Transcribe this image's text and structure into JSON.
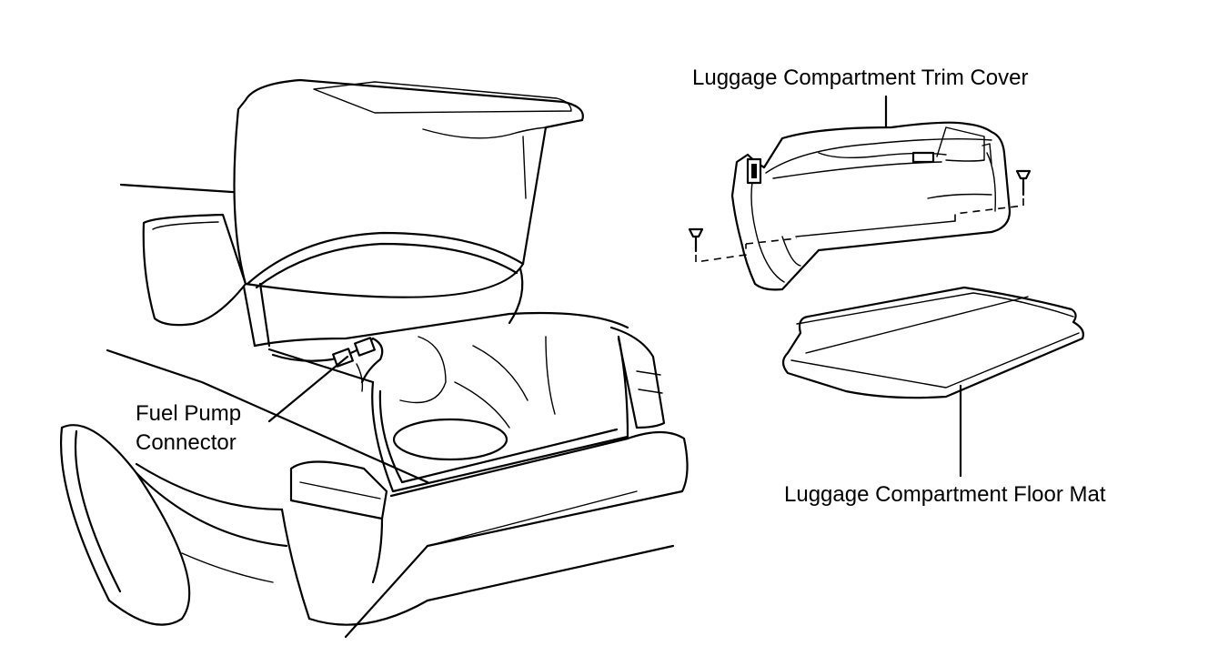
{
  "labels": {
    "fuel_pump_connector_line1": "Fuel Pump",
    "fuel_pump_connector_line2": "Connector",
    "trim_cover": "Luggage Compartment Trim Cover",
    "floor_mat": "Luggage Compartment Floor Mat"
  }
}
